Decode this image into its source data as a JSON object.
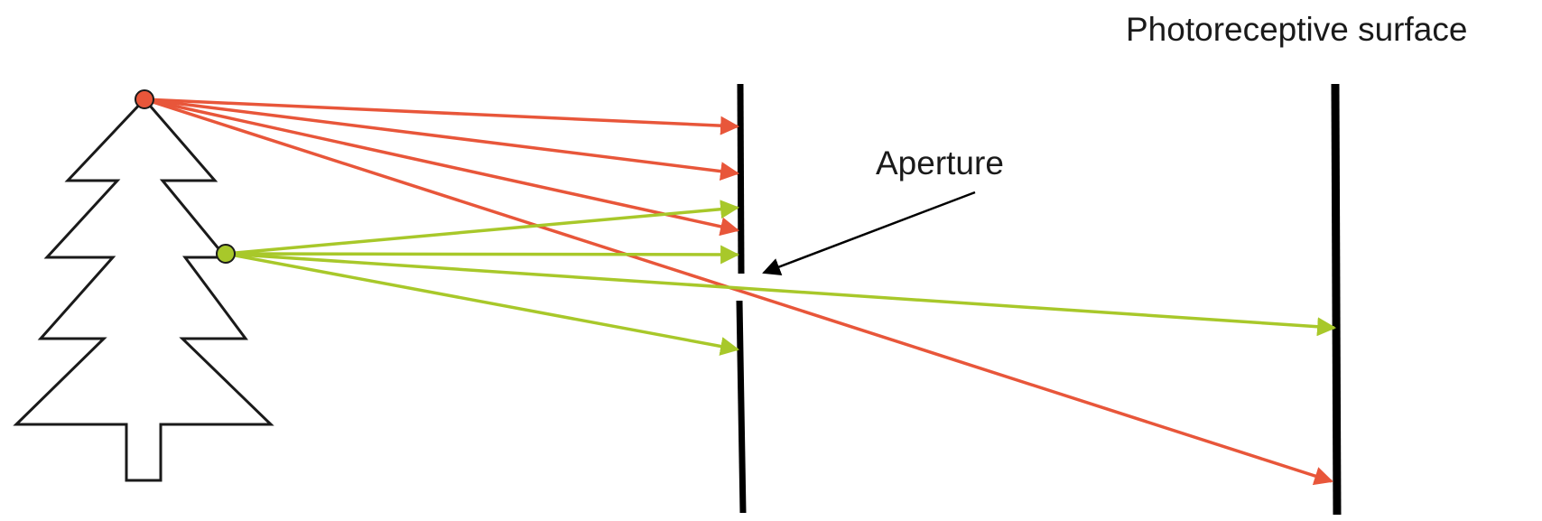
{
  "labels": {
    "photoreceptive_surface": "Photoreceptive surface",
    "aperture": "Aperture"
  },
  "colors": {
    "red_rays": "#e8563a",
    "green_rays": "#a8c82a",
    "tree_outline": "#1a1a1a",
    "barrier": "#000000",
    "annotation_arrow": "#000000"
  },
  "icons": {
    "object": "pine-tree-icon",
    "red_point": "red-source-point",
    "green_point": "green-source-point"
  }
}
